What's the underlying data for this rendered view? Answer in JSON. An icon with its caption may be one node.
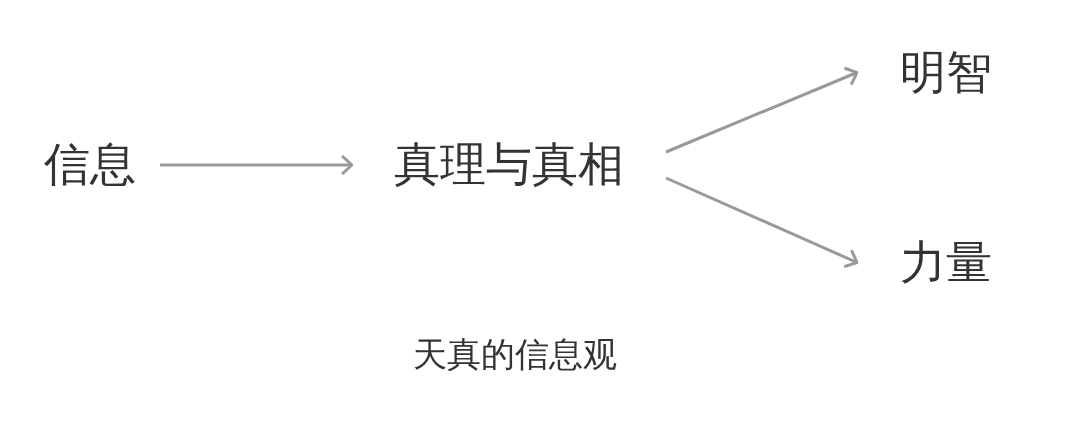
{
  "diagram": {
    "caption": "天真的信息观",
    "nodes": [
      {
        "text": [
          "信息"
        ]
      },
      {
        "text": [
          "真理与真相"
        ]
      },
      {
        "text": [
          "明智"
        ]
      },
      {
        "text": [
          "力量"
        ]
      }
    ],
    "edges": [
      {
        "from": 0,
        "to": 1,
        "arrow": "to"
      },
      {
        "from": 1,
        "to": 2,
        "arrow": "to"
      },
      {
        "from": 1,
        "to": 3,
        "arrow": "to"
      }
    ]
  }
}
